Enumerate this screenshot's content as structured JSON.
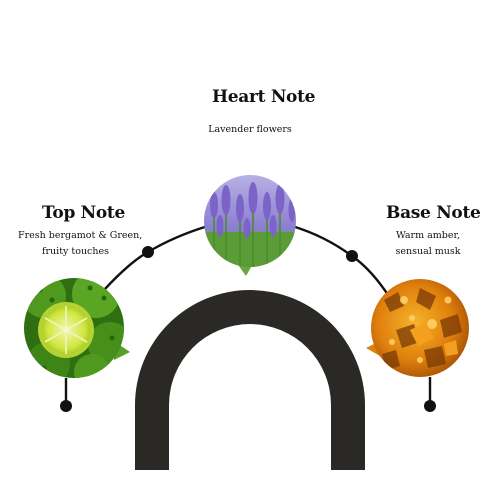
{
  "notes": {
    "heart": {
      "title": "Heart Note",
      "line1": "Lavender flowers"
    },
    "top": {
      "title": "Top Note",
      "line1": "Fresh bergamot & Green,",
      "line2": "fruity touches"
    },
    "base": {
      "title": "Base Note",
      "line1": "Warm amber,",
      "line2": "sensual musk"
    }
  },
  "images": {
    "heart": "lavender-photo",
    "top": "bergamot-photo",
    "base": "amber-photo"
  },
  "colors": {
    "arch": "#2b2926",
    "connector": "#111111",
    "lavender": "#8a7bd0",
    "grass": "#5fa03a",
    "bergamot": "#4f9a1e",
    "lime": "#d6ea4a",
    "amber": "#e08a0e"
  }
}
